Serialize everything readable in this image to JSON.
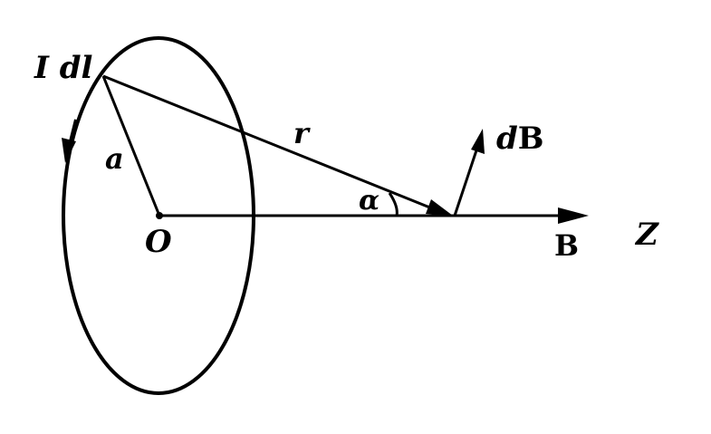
{
  "labels": {
    "current_element": "I dl",
    "radius": "a",
    "center": "O",
    "distance": "r",
    "angle": "α",
    "field_element_prefix": "d",
    "field_element_vector": "B",
    "field": "B",
    "axis": "Z"
  },
  "colors": {
    "ink": "#000000",
    "background": "#ffffff"
  }
}
